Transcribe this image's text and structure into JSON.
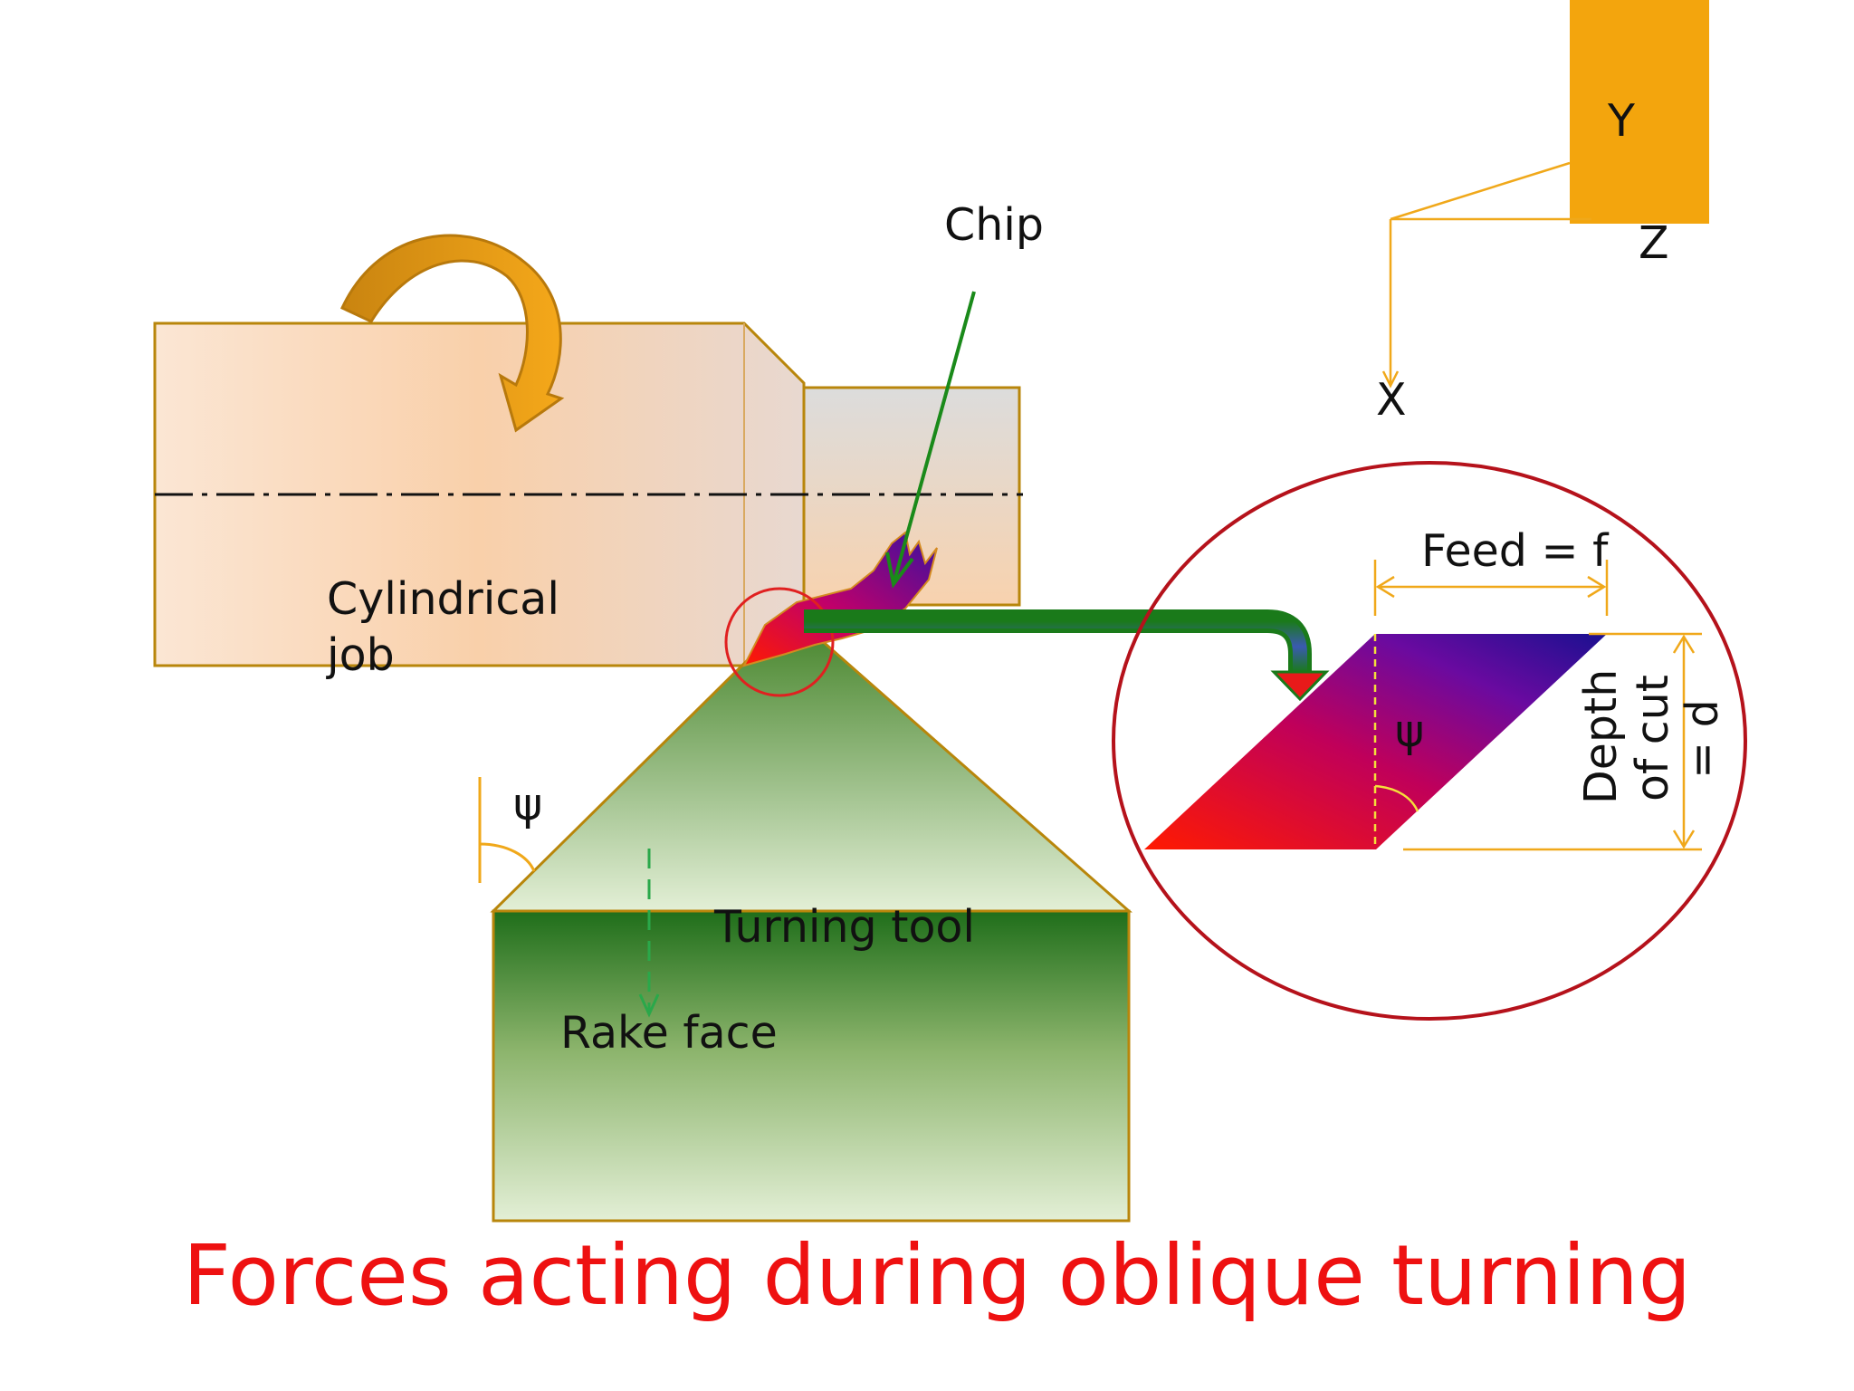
{
  "title": "Forces acting during oblique turning",
  "labels": {
    "chip": "Chip",
    "job_line1": "Cylindrical",
    "job_line2": "job",
    "turning_tool": "Turning tool",
    "rake_face": "Rake face",
    "psi_tool": "ψ",
    "psi_section": "ψ",
    "feed": "Feed = f",
    "depth_line1": "Depth",
    "depth_line2": "of cut",
    "depth_line3": "= d"
  },
  "axes": {
    "x": "X",
    "y": "Y",
    "z": "Z"
  },
  "colors": {
    "workpiece": "#f8d3b0",
    "outline": "#b8860b",
    "rotation_arrow": "#f0a21a",
    "tool_green": "#2e7d1e",
    "highlight_circle": "#e02020",
    "zoom_ellipse": "#b5121b",
    "section_red": "#ff1a00",
    "section_blue": "#1a1090",
    "dimension": "#f0a81a",
    "title": "#ee1111"
  }
}
